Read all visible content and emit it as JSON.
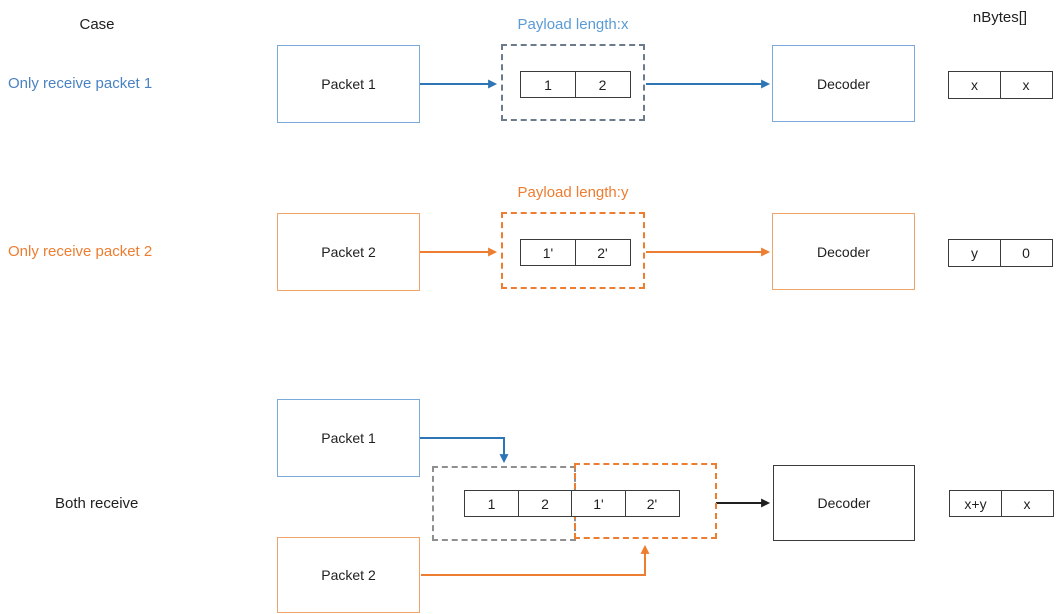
{
  "title": "Packet decoding cases diagram",
  "colors": {
    "blue_accent": "#5B9BD5",
    "blue_arrow": "#2E75B6",
    "orange_accent": "#ED7D31",
    "slate_dash": "#6b7b8c",
    "gray_dash": "#8f8f8f",
    "black": "#1f1f1f"
  },
  "header": {
    "case_label": "Case",
    "nbytes_label": "nBytes[]"
  },
  "rows": [
    {
      "case_label": "Only receive packet 1",
      "payload_label": "Payload length:x",
      "packet_label": "Packet 1",
      "cells": [
        "1",
        "2"
      ],
      "decoder_label": "Decoder",
      "nbytes": [
        "x",
        "x"
      ]
    },
    {
      "case_label": "Only receive packet 2",
      "payload_label": "Payload length:y",
      "packet_label": "Packet 2",
      "cells": [
        "1'",
        "2'"
      ],
      "decoder_label": "Decoder",
      "nbytes": [
        "y",
        "0"
      ]
    },
    {
      "case_label": "Both receive",
      "packet1_label": "Packet 1",
      "packet2_label": "Packet 2",
      "cells": [
        "1",
        "2",
        "1'",
        "2'"
      ],
      "decoder_label": "Decoder",
      "nbytes": [
        "x+y",
        "x"
      ]
    }
  ]
}
